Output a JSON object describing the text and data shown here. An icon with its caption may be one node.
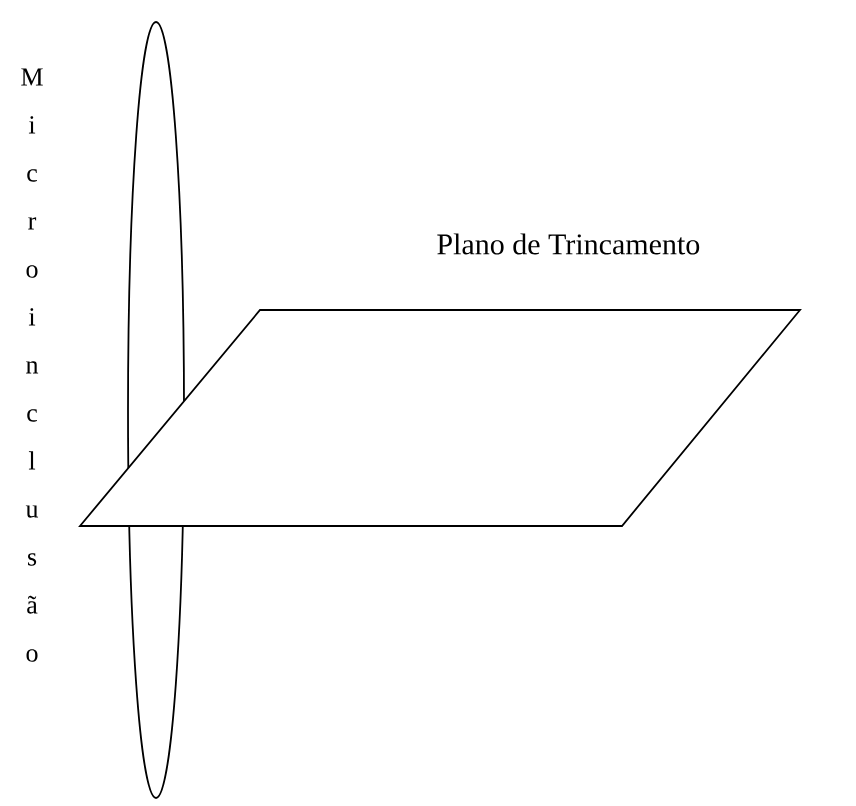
{
  "diagram": {
    "nodes": [
      {
        "text": [],
        "shape": "ellipse"
      },
      {
        "text": [],
        "shape": "parallelogram",
        "beside": [
          "Plano de Trincamento"
        ]
      }
    ],
    "labels": [
      "Microinclusão"
    ]
  }
}
